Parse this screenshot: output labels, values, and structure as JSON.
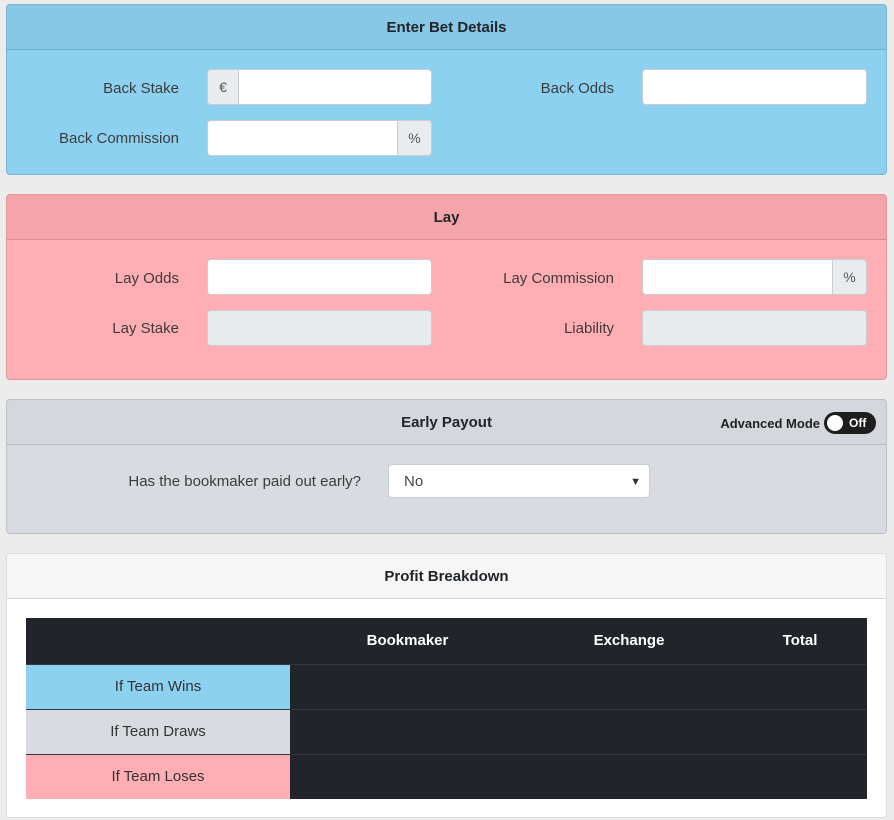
{
  "back": {
    "title": "Enter Bet Details",
    "stake_label": "Back Stake",
    "currency_symbol": "€",
    "stake_value": "",
    "odds_label": "Back Odds",
    "odds_value": "",
    "commission_label": "Back Commission",
    "commission_value": "",
    "percent_symbol": "%"
  },
  "lay": {
    "title": "Lay",
    "odds_label": "Lay Odds",
    "odds_value": "",
    "commission_label": "Lay Commission",
    "commission_value": "",
    "percent_symbol": "%",
    "stake_label": "Lay Stake",
    "stake_value": "",
    "liability_label": "Liability",
    "liability_value": ""
  },
  "early": {
    "title": "Early Payout",
    "advanced_mode_label": "Advanced Mode",
    "toggle_state": "Off",
    "question": "Has the bookmaker paid out early?",
    "selected": "No"
  },
  "profit": {
    "title": "Profit Breakdown",
    "columns": [
      "",
      "Bookmaker",
      "Exchange",
      "Total"
    ],
    "rows": [
      {
        "label": "If Team Wins",
        "bookmaker": "",
        "exchange": "",
        "total": ""
      },
      {
        "label": "If Team Draws",
        "bookmaker": "",
        "exchange": "",
        "total": ""
      },
      {
        "label": "If Team Loses",
        "bookmaker": "",
        "exchange": "",
        "total": ""
      }
    ]
  },
  "colors": {
    "back": "#8dd1f0",
    "lay": "#ffaeb3",
    "early": "#d8dce0",
    "table_dark": "#212529"
  }
}
